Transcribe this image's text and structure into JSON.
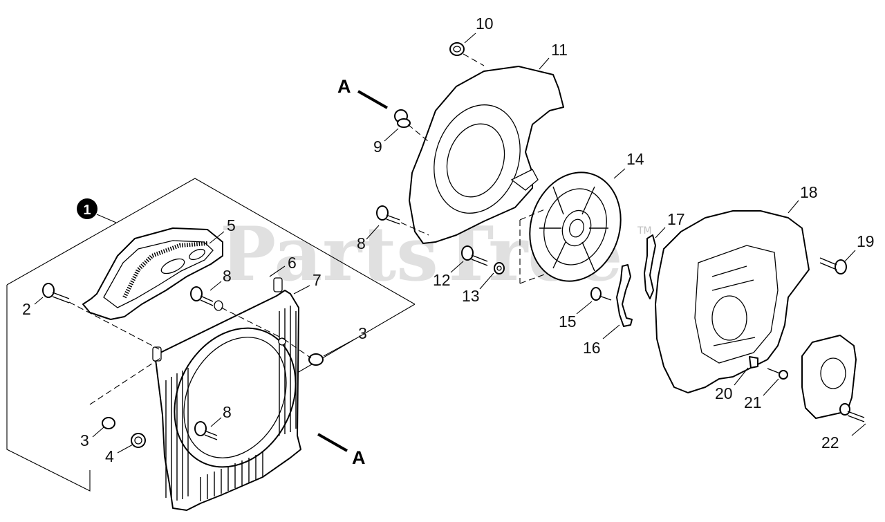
{
  "assembly_marker": {
    "label": "1",
    "fill": "#000000",
    "text_color": "#ffffff"
  },
  "section_marker": {
    "label": "A"
  },
  "watermark": {
    "text": "PartsTree",
    "trademark": "TM"
  },
  "callouts": {
    "c2": "2",
    "c3a": "3",
    "c3b": "3",
    "c4": "4",
    "c5": "5",
    "c6": "6",
    "c7": "7",
    "c8a": "8",
    "c8b": "8",
    "c8c": "8",
    "c9": "9",
    "c10": "10",
    "c11": "11",
    "c12": "12",
    "c13": "13",
    "c14": "14",
    "c15": "15",
    "c16": "16",
    "c17": "17",
    "c18": "18",
    "c19": "19",
    "c20": "20",
    "c21": "21",
    "c22": "22"
  },
  "colors": {
    "line": "#000000",
    "background": "#ffffff",
    "watermark": "#c8c8c8"
  }
}
